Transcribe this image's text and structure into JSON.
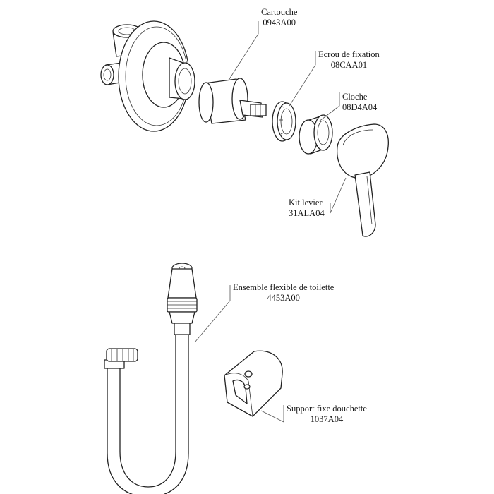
{
  "parts": [
    {
      "id": "cartouche",
      "name": "Cartouche",
      "code": "0943A00"
    },
    {
      "id": "ecrou",
      "name": "Ecrou de fixation",
      "code": "08CAA01"
    },
    {
      "id": "cloche",
      "name": "Cloche",
      "code": "08D4A04"
    },
    {
      "id": "kit-levier",
      "name": "Kit levier",
      "code": "31ALA04"
    },
    {
      "id": "flexible",
      "name": "Ensemble flexible de toilette",
      "code": "4453A00"
    },
    {
      "id": "support",
      "name": "Support fixe douchette",
      "code": "1037A04"
    }
  ]
}
